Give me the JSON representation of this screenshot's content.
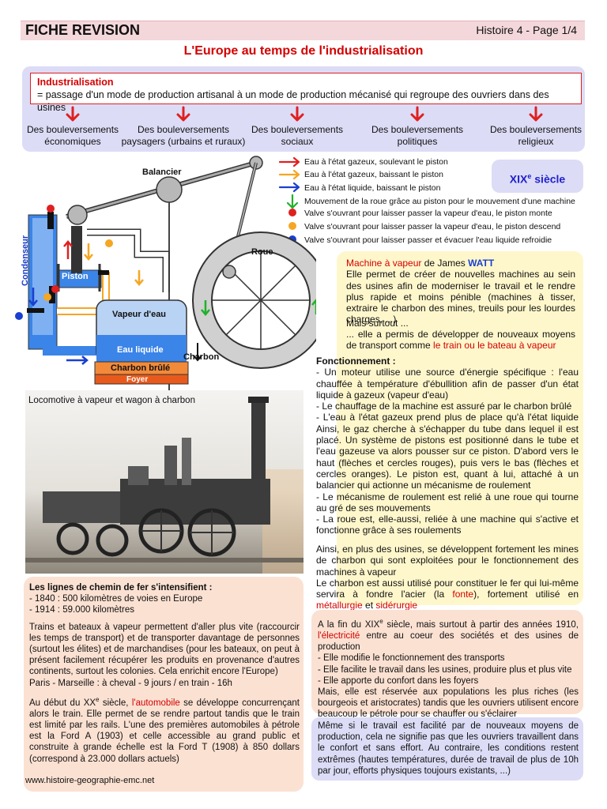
{
  "header": {
    "title": "FICHE REVISION",
    "page": "Histoire 4 - Page 1/4"
  },
  "main_title": "L'Europe au temps de l'industrialisation",
  "definition": {
    "term": "Industrialisation",
    "text": "= passage d'un mode de production artisanal à un mode de production mécanisé qui regroupe des ouvriers dans des usines"
  },
  "consequences": [
    {
      "l1": "Des bouleversements",
      "l2": "économiques"
    },
    {
      "l1": "Des bouleversements",
      "l2": "paysagers (urbains et ruraux)"
    },
    {
      "l1": "Des bouleversements",
      "l2": "sociaux"
    },
    {
      "l1": "Des bouleversements",
      "l2": "politiques"
    },
    {
      "l1": "Des bouleversements",
      "l2": "religieux"
    }
  ],
  "legend": [
    "Eau à l'état gazeux, soulevant le piston",
    "Eau à l'état gazeux, baissant le piston",
    "Eau à l'état liquide, baissant le piston",
    "Mouvement de la roue grâce au piston pour le mouvement d'une machine",
    "Valve s'ouvrant pour laisser passer la vapeur d'eau, le piston monte",
    "Valve s'ouvrant pour laisser passer la vapeur d'eau, le piston descend",
    "Valve s'ouvrant pour laisser passer et évacuer l'eau liquide refroidie"
  ],
  "colors": {
    "red": "#e02020",
    "orange": "#f5a623",
    "blue": "#1a3fd0",
    "green": "#22b02a"
  },
  "century": {
    "base": "XIX",
    "sup": "e",
    "rest": " siècle"
  },
  "diagram": {
    "balancier": "Balancier",
    "roue": "Roue",
    "condenseur": "Condenseur",
    "piston": "Piston",
    "vapeur": "Vapeur d'eau",
    "eau": "Eau liquide",
    "charbon": "Charbon",
    "charbon_brule": "Charbon brûlé",
    "foyer": "Foyer"
  },
  "photo_caption": "Locomotive à vapeur et wagon à charbon",
  "watt": {
    "t1": "Machine à vapeur",
    "t2": " de James ",
    "t3": "WATT",
    "p1": "Elle permet de créer de nouvelles machines au sein des usines afin de moderniser le travail et le rendre plus rapide et moins pénible (machines à tisser, extraire le charbon des mines, treuils pour les lourdes charges, ...)",
    "p2": "Mais surtout ...",
    "p3a": "... elle a permis de développer de nouveaux moyens de transport comme ",
    "p3b": "le train ou le bateau à vapeur"
  },
  "fonctionnement": {
    "title": "Fonctionnement :",
    "items": [
      "- Un moteur utilise une source d'énergie spécifique : l'eau chauffée à température d'ébullition afin de passer d'un état liquide à gazeux (vapeur d'eau)",
      "- Le chauffage de la machine est assuré par le charbon brûlé",
      "- L'eau à l'état gazeux prend plus de place qu'à l'état liquide Ainsi, le gaz cherche à s'échapper du tube dans lequel il est placé. Un système de pistons est positionné dans le tube et l'eau gazeuse va alors pousser sur ce piston. D'abord vers le haut (flèches et cercles rouges), puis vers le bas (flèches et cercles oranges). Le piston est, quant à lui, attaché à un balancier qui actionne un mécanisme de roulement",
      "- Le mécanisme de roulement est relié à une roue qui tourne au gré de ses mouvements",
      "- La roue est, elle-aussi, reliée à une machine qui s'active et fonctionne grâce à ses roulements"
    ],
    "p_mines": "Ainsi, en plus des usines, se développent fortement les mines de charbon qui sont exploitées pour le fonctionnement des machines à vapeur",
    "p_fer_a": "Le charbon est aussi utilisé pour constituer le fer qui lui-même servira à fondre l'acier (la ",
    "p_fer_b": "fonte",
    "p_fer_c": "), fortement utilisé en ",
    "p_fer_d": "métallurgie",
    "p_fer_e": " et ",
    "p_fer_f": "sidérurgie"
  },
  "rail": {
    "title": "Les lignes de chemin de fer s'intensifient :",
    "l1": "- 1840 : 500 kilomètres de voies en Europe",
    "l2": "- 1914 : 59.000 kilomètres",
    "p1": "Trains et bateaux à vapeur permettent d'aller plus vite (raccourcir les temps de transport) et de transporter davantage de personnes (surtout les élites) et de marchandises (pour les bateaux, on peut à présent facilement récupérer les produits en provenance d'autres continents, surtout les colonies. Cela enrichit encore l'Europe)",
    "p2": "Paris - Marseille : à cheval - 9 jours / en train - 16h",
    "p3a": "Au début du XX",
    "p3sup": "e",
    "p3b": " siècle, ",
    "p3c": "l'automobile",
    "p3d": " se développe concurrençant alors le train. Elle permet de se rendre partout tandis que le train est limité par les rails. L'une des premières automobiles à pétrole est la Ford A (1903) et celle accessible au grand public et construite à grande échelle est la Ford T (1908) à 850 dollars (correspond à 23.000 dollars actuels)"
  },
  "elec": {
    "p1a": "A la fin du XIX",
    "p1sup": "e",
    "p1b": " siècle, mais surtout à partir des années 1910, ",
    "p1c": "l'électricité",
    "p1d": " entre au coeur des sociétés et des usines de production",
    "items": [
      "- Elle modifie le fonctionnement des transports",
      "- Elle facilite le travail dans les usines, produire plus et plus vite",
      "- Elle apporte du confort dans les foyers"
    ],
    "p2": "Mais, elle est réservée aux populations les plus riches (les bourgeois et aristocrates) tandis que les ouvriers utilisent encore beaucoup le pétrole pour se chauffer ou s'éclairer"
  },
  "travail": "Même si le travail est facilité par de nouveaux moyens de production, cela ne signifie pas que les ouvriers travaillent dans le confort et sans effort. Au contraire, les conditions restent extrêmes (hautes températures, durée de travail de plus de 10h par jour, efforts physiques toujours existants, ...)",
  "footer": "www.histoire-geographie-emc.net"
}
